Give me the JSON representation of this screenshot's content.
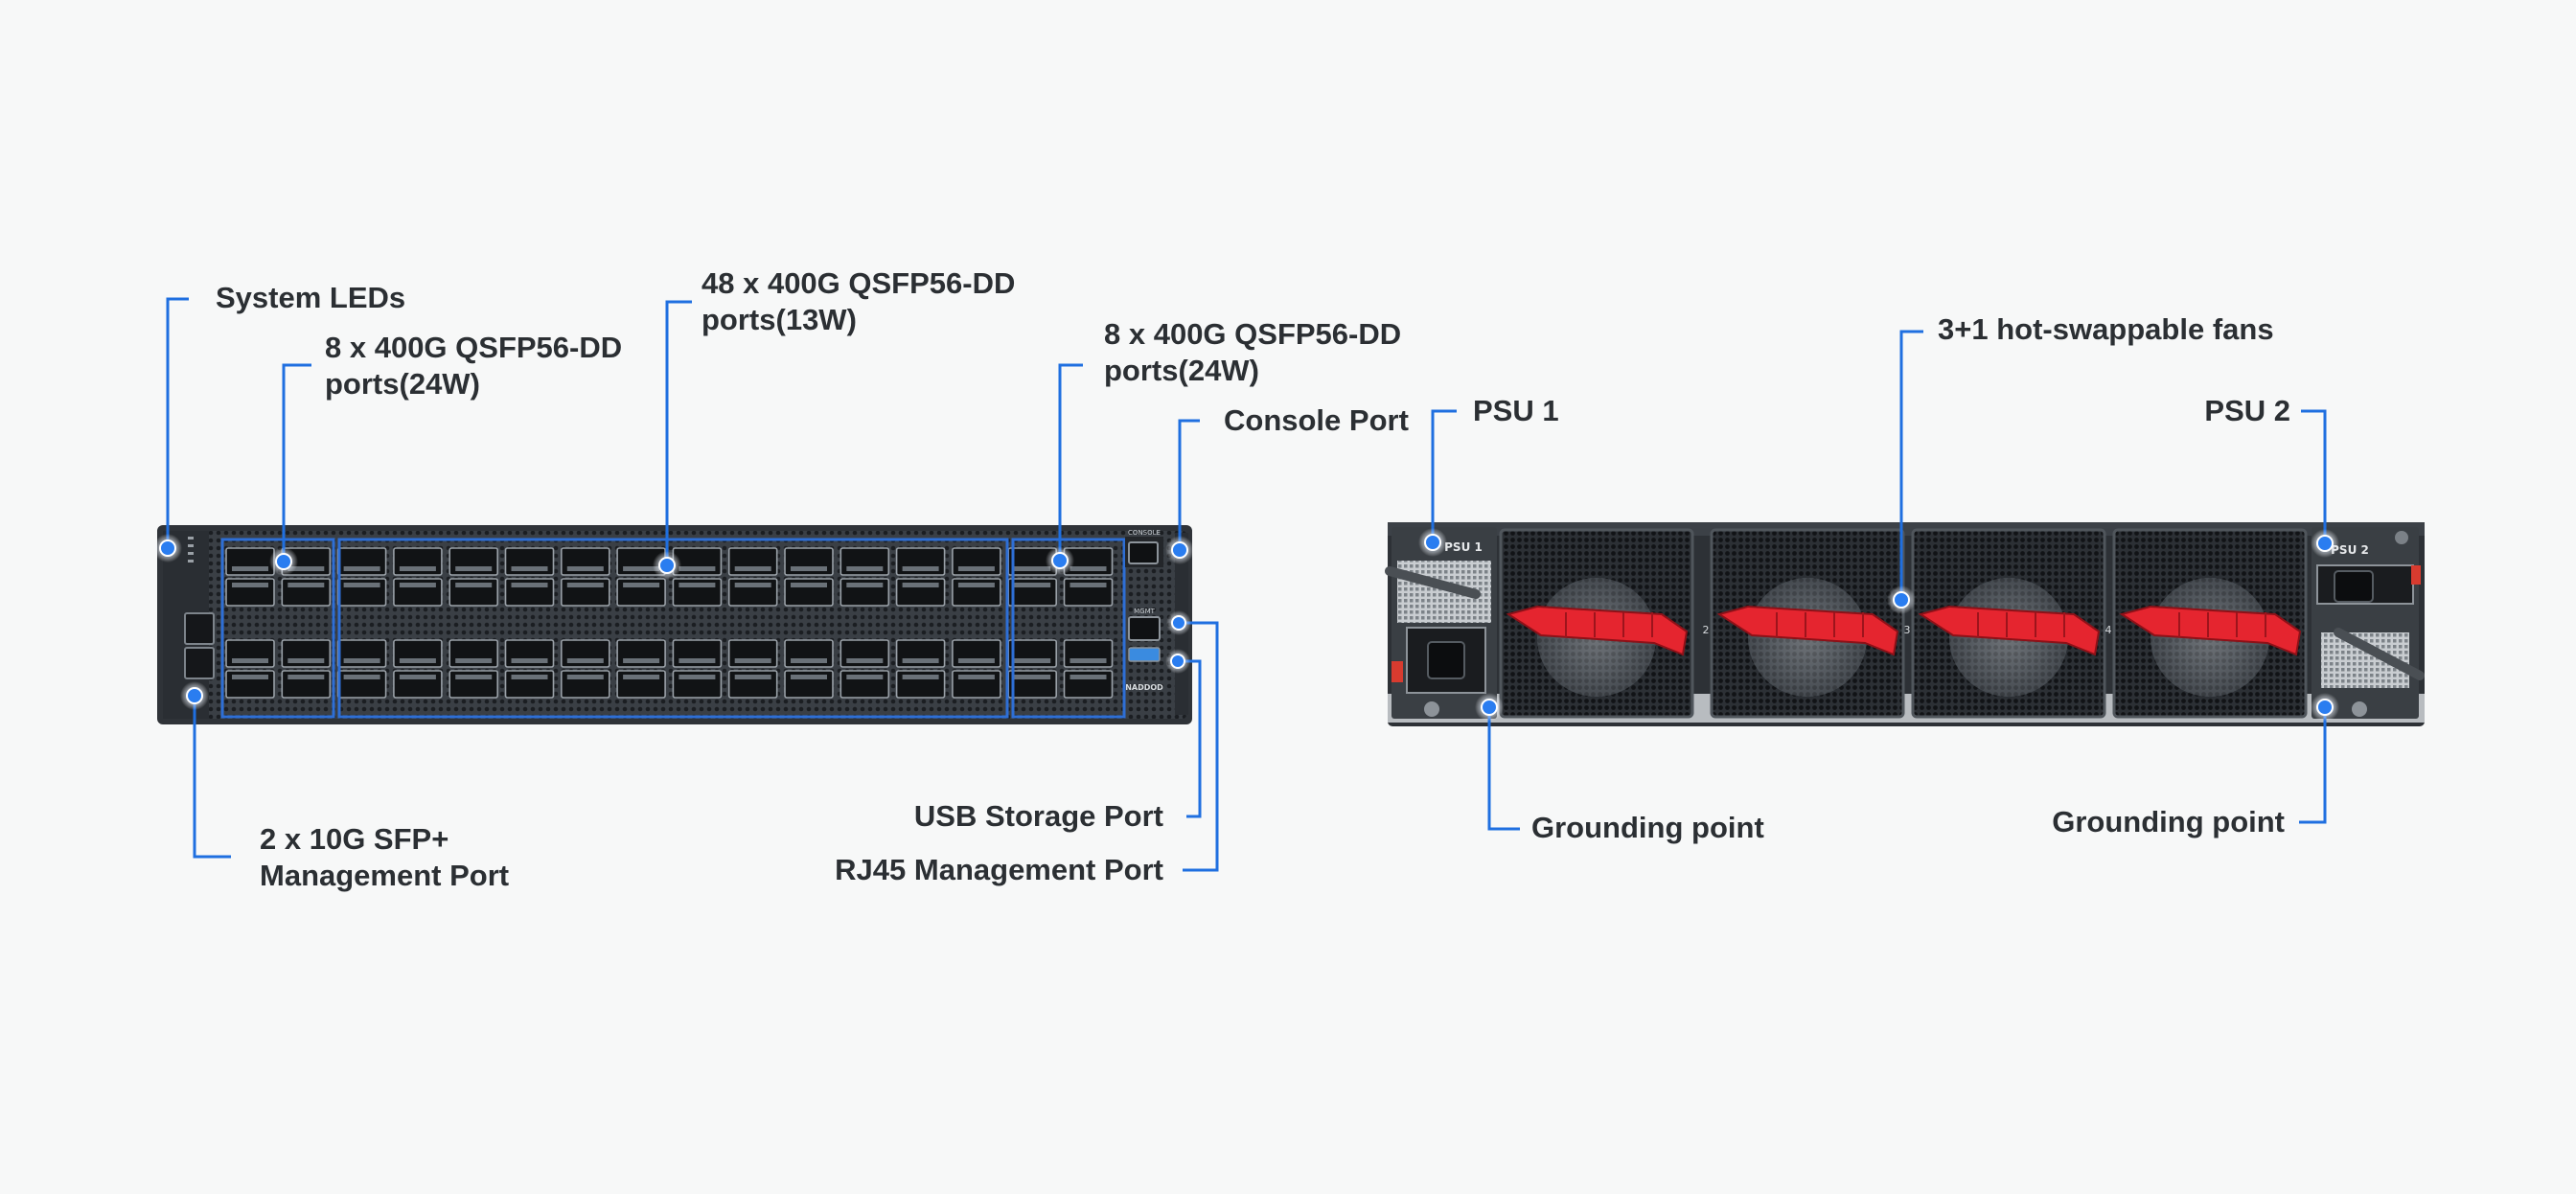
{
  "labels": {
    "system_leds": "System LEDs",
    "front_left_ports": [
      "8 x 400G QSFP56-DD",
      "ports(24W)"
    ],
    "front_mid_ports": [
      "48 x 400G QSFP56-DD",
      "ports(13W)"
    ],
    "front_right_ports": [
      "8 x 400G QSFP56-DD",
      "ports(24W)"
    ],
    "console_port": "Console Port",
    "sfp_mgmt": [
      "2 x 10G SFP+",
      "Management Port"
    ],
    "usb_storage": "USB Storage Port",
    "rj45_mgmt": "RJ45 Management Port",
    "psu1": "PSU 1",
    "fans": "3+1 hot-swappable fans",
    "psu2": "PSU 2",
    "ground_left": "Grounding point",
    "ground_right": "Grounding point"
  },
  "panel_text": {
    "psu1_tag": "PSU 1",
    "psu2_tag": "PSU 2",
    "console_tag": "CONSOLE",
    "mgmt_tag": "MGMT",
    "brand": "NADDOD",
    "fan_numbers": [
      "2",
      "3",
      "4"
    ]
  },
  "colors": {
    "leader": "#1f6fe0",
    "dot": "#2a7df0",
    "chassis": "#2f3338",
    "fan_handle": "#e5252f",
    "port_group_outline": "#2e6fd6"
  }
}
